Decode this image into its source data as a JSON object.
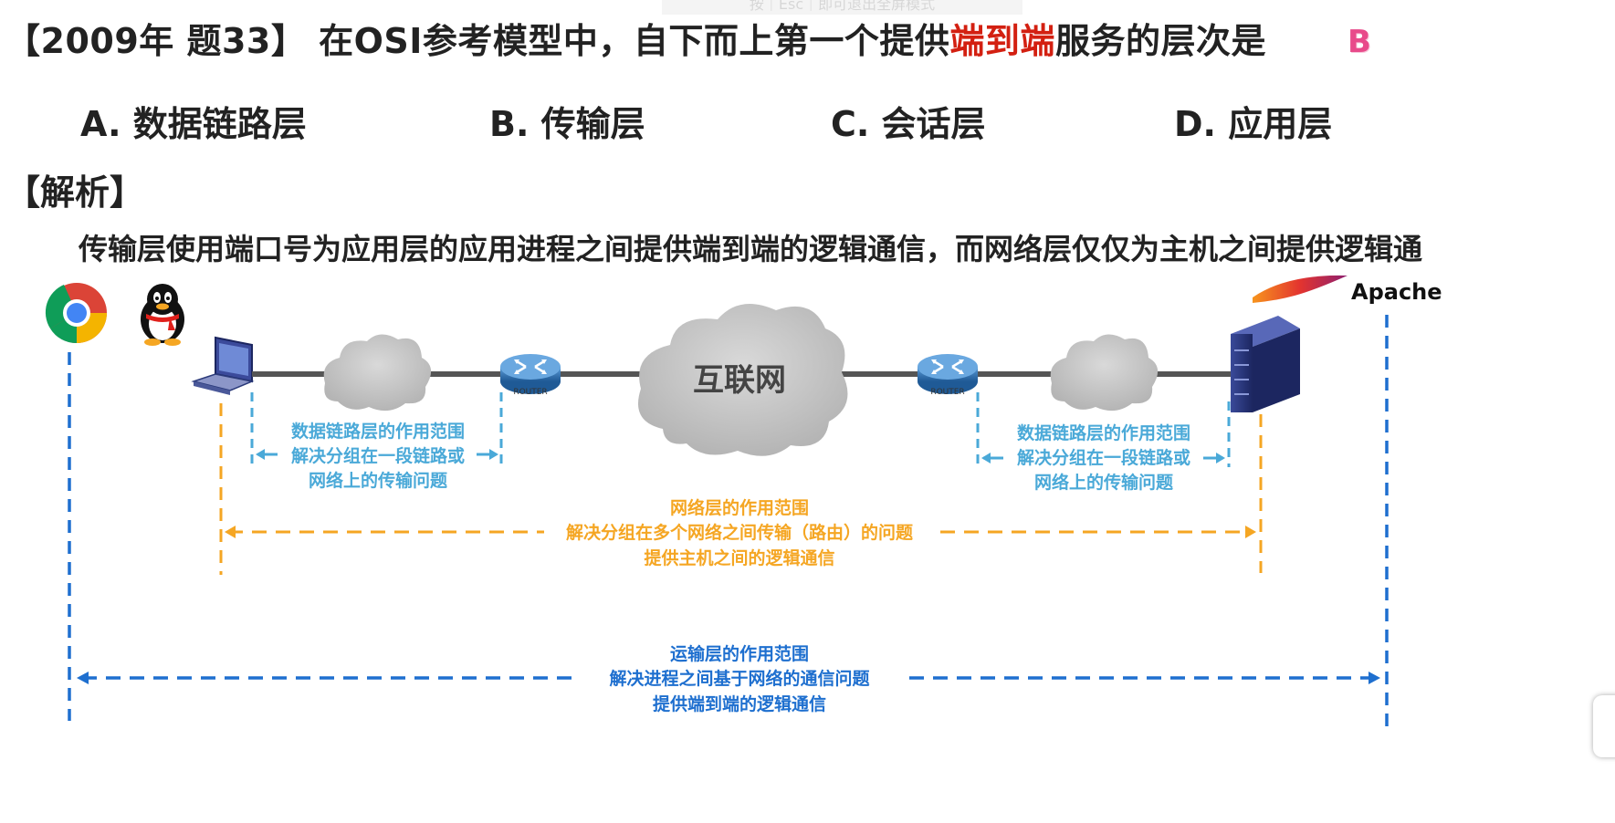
{
  "top_hint": "按｜Esc｜即可退出全屏模式",
  "question": {
    "prefix": "【2009年 题33】 在OSI参考模型中，自下而上第一个提供",
    "highlight": "端到端",
    "suffix": "服务的层次是",
    "answer": "B",
    "colors": {
      "text": "#222222",
      "highlight": "#d32011",
      "answer": "#e84a8a"
    }
  },
  "options": [
    {
      "label": "A. 数据链路层"
    },
    {
      "label": "B. 传输层"
    },
    {
      "label": "C. 会话层"
    },
    {
      "label": "D. 应用层"
    }
  ],
  "analysis": {
    "title": "【解析】",
    "text": "传输层使用端口号为应用层的应用进程之间提供端到端的逻辑通信，而网络层仅仅为主机之间提供逻辑通"
  },
  "diagram": {
    "internet_label": "互联网",
    "router_label": "ROUTER",
    "server_brand": "Apache",
    "icons": [
      "chrome-icon",
      "qq-penguin-icon",
      "laptop-icon",
      "cloud-icon",
      "router-icon",
      "server-icon",
      "apache-feather-icon"
    ],
    "datalink_left": [
      "数据链路层的作用范围",
      "解决分组在一段链路或",
      "网络上的传输问题"
    ],
    "datalink_right": [
      "数据链路层的作用范围",
      "解决分组在一段链路或",
      "网络上的传输问题"
    ],
    "network": [
      "网络层的作用范围",
      "解决分组在多个网络之间传输（路由）的问题",
      "提供主机之间的逻辑通信"
    ],
    "transport": [
      "运输层的作用范围",
      "解决进程之间基于网络的通信问题",
      "提供端到端的逻辑通信"
    ],
    "colors": {
      "datalink": "#4aa9d8",
      "network": "#f5a623",
      "transport": "#1e6fcf",
      "link_line": "#555555",
      "cloud": "#c8c8c8",
      "router": "#2a6fb0",
      "server": "#2b3a7a"
    }
  }
}
